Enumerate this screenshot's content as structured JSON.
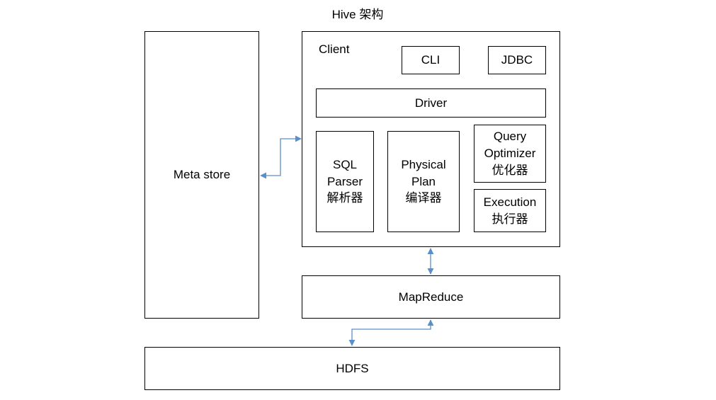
{
  "diagram": {
    "title": "Hive 架构",
    "metastore": {
      "label": "Meta store"
    },
    "client": {
      "label": "Client",
      "cli": "CLI",
      "jdbc": "JDBC",
      "driver": "Driver",
      "sql_parser": {
        "line1": "SQL",
        "line2": "Parser",
        "line3": "解析器"
      },
      "physical_plan": {
        "line1": "Physical",
        "line2": "Plan",
        "line3": "编译器"
      },
      "query_optimizer": {
        "line1": "Query",
        "line2": "Optimizer",
        "line3": "优化器"
      },
      "execution": {
        "line1": "Execution",
        "line2": "执行器"
      }
    },
    "mapreduce": {
      "label": "MapReduce"
    },
    "hdfs": {
      "label": "HDFS"
    },
    "arrow_color": "#5b8fc9"
  }
}
